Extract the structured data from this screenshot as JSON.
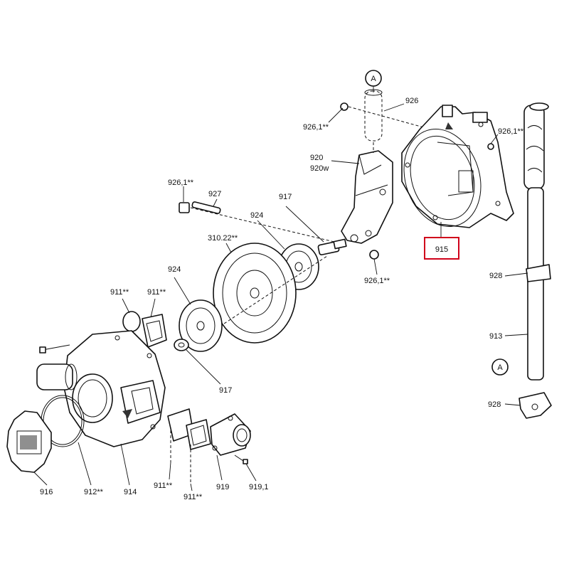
{
  "labels": {
    "a_top": "A",
    "a_right": "A",
    "p926_top": "926",
    "p926_1_topleft": "926,1**",
    "p926_1_topright": "926,1**",
    "p920": "920",
    "p920w": "920w",
    "p926_1_left": "926,1**",
    "p927": "927",
    "p917_top": "917",
    "p924_top": "924",
    "p310": "310.22**",
    "p915": "915",
    "p926_1_mid": "926,1**",
    "p928_top": "928",
    "p924_left": "924",
    "p911_a": "911**",
    "p911_b": "911**",
    "p913": "913",
    "p917_bottom": "917",
    "p928_bottom": "928",
    "p911_c": "911**",
    "p911_d": "911**",
    "p919": "919",
    "p919_1": "919,1",
    "p916": "916",
    "p912": "912**",
    "p914": "914"
  },
  "highlight": {
    "target": "p915",
    "color": "#d0021b"
  }
}
